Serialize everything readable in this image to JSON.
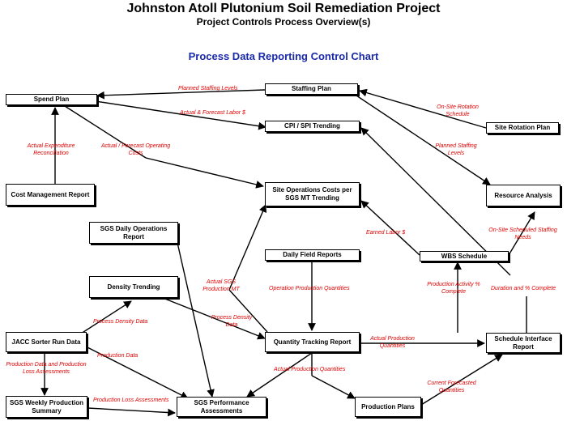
{
  "header": {
    "title": "Johnston Atoll Plutonium Soil Remediation Project",
    "subtitle": "Project Controls Process Overview(s)",
    "chart_title": "Process Data Reporting Control Chart"
  },
  "nodes": {
    "spend_plan": "Spend Plan",
    "staffing_plan": "Staffing Plan",
    "cpi_spi": "CPI / SPI Trending",
    "site_rotation": "Site Rotation Plan",
    "cost_mgmt": "Cost Management Report",
    "site_ops_costs": "Site Operations Costs per SGS MT Trending",
    "resource_analysis": "Resource Analysis",
    "sgs_daily": "SGS Daily Operations Report",
    "daily_field": "Daily Field Reports",
    "wbs_schedule": "WBS Schedule",
    "density_trending": "Density Trending",
    "jacc_sorter": "JACC Sorter Run Data",
    "quantity_tracking": "Quantity Tracking Report",
    "schedule_interface": "Schedule Interface Report",
    "sgs_weekly": "SGS Weekly Production Summary",
    "sgs_performance": "SGS Performance Assessments",
    "production_plans": "Production Plans"
  },
  "edges": {
    "planned_staffing_levels": "Planned Staffing Levels",
    "actual_forecast_labor": "Actual & Forecast Labor $",
    "onsite_rotation": "On-Site Rotation Schedule",
    "actual_expenditure": "Actual Expenditure Reconciliation",
    "actual_forecast_op_costs": "Actual / Forecast Operating Costs",
    "planned_staffing_levels_2": "Planned Staffing Levels",
    "earned_labor": "Earned Labor $",
    "onsite_scheduled_staffing": "On-Site Scheduled Staffing Needs",
    "actual_sgs_production": "Actual SGS Production MT",
    "operation_production_quantities": "Operation Production Quantities",
    "production_activity": "Production Activity % Complete",
    "duration_complete": "Duration and % Complete",
    "process_density_data_1": "Process Density Data",
    "process_density_data_2": "Process Density Data",
    "production_data": "Production Data",
    "production_loss_data": "Production Data and Production Loss Assessments",
    "actual_production_quantities_1": "Actual Production Quantities",
    "actual_production_quantities_2": "Actual Production Quantities",
    "current_forecasted": "Current Forecasted Quantities",
    "production_loss_assessments": "Production Loss Assessments"
  }
}
